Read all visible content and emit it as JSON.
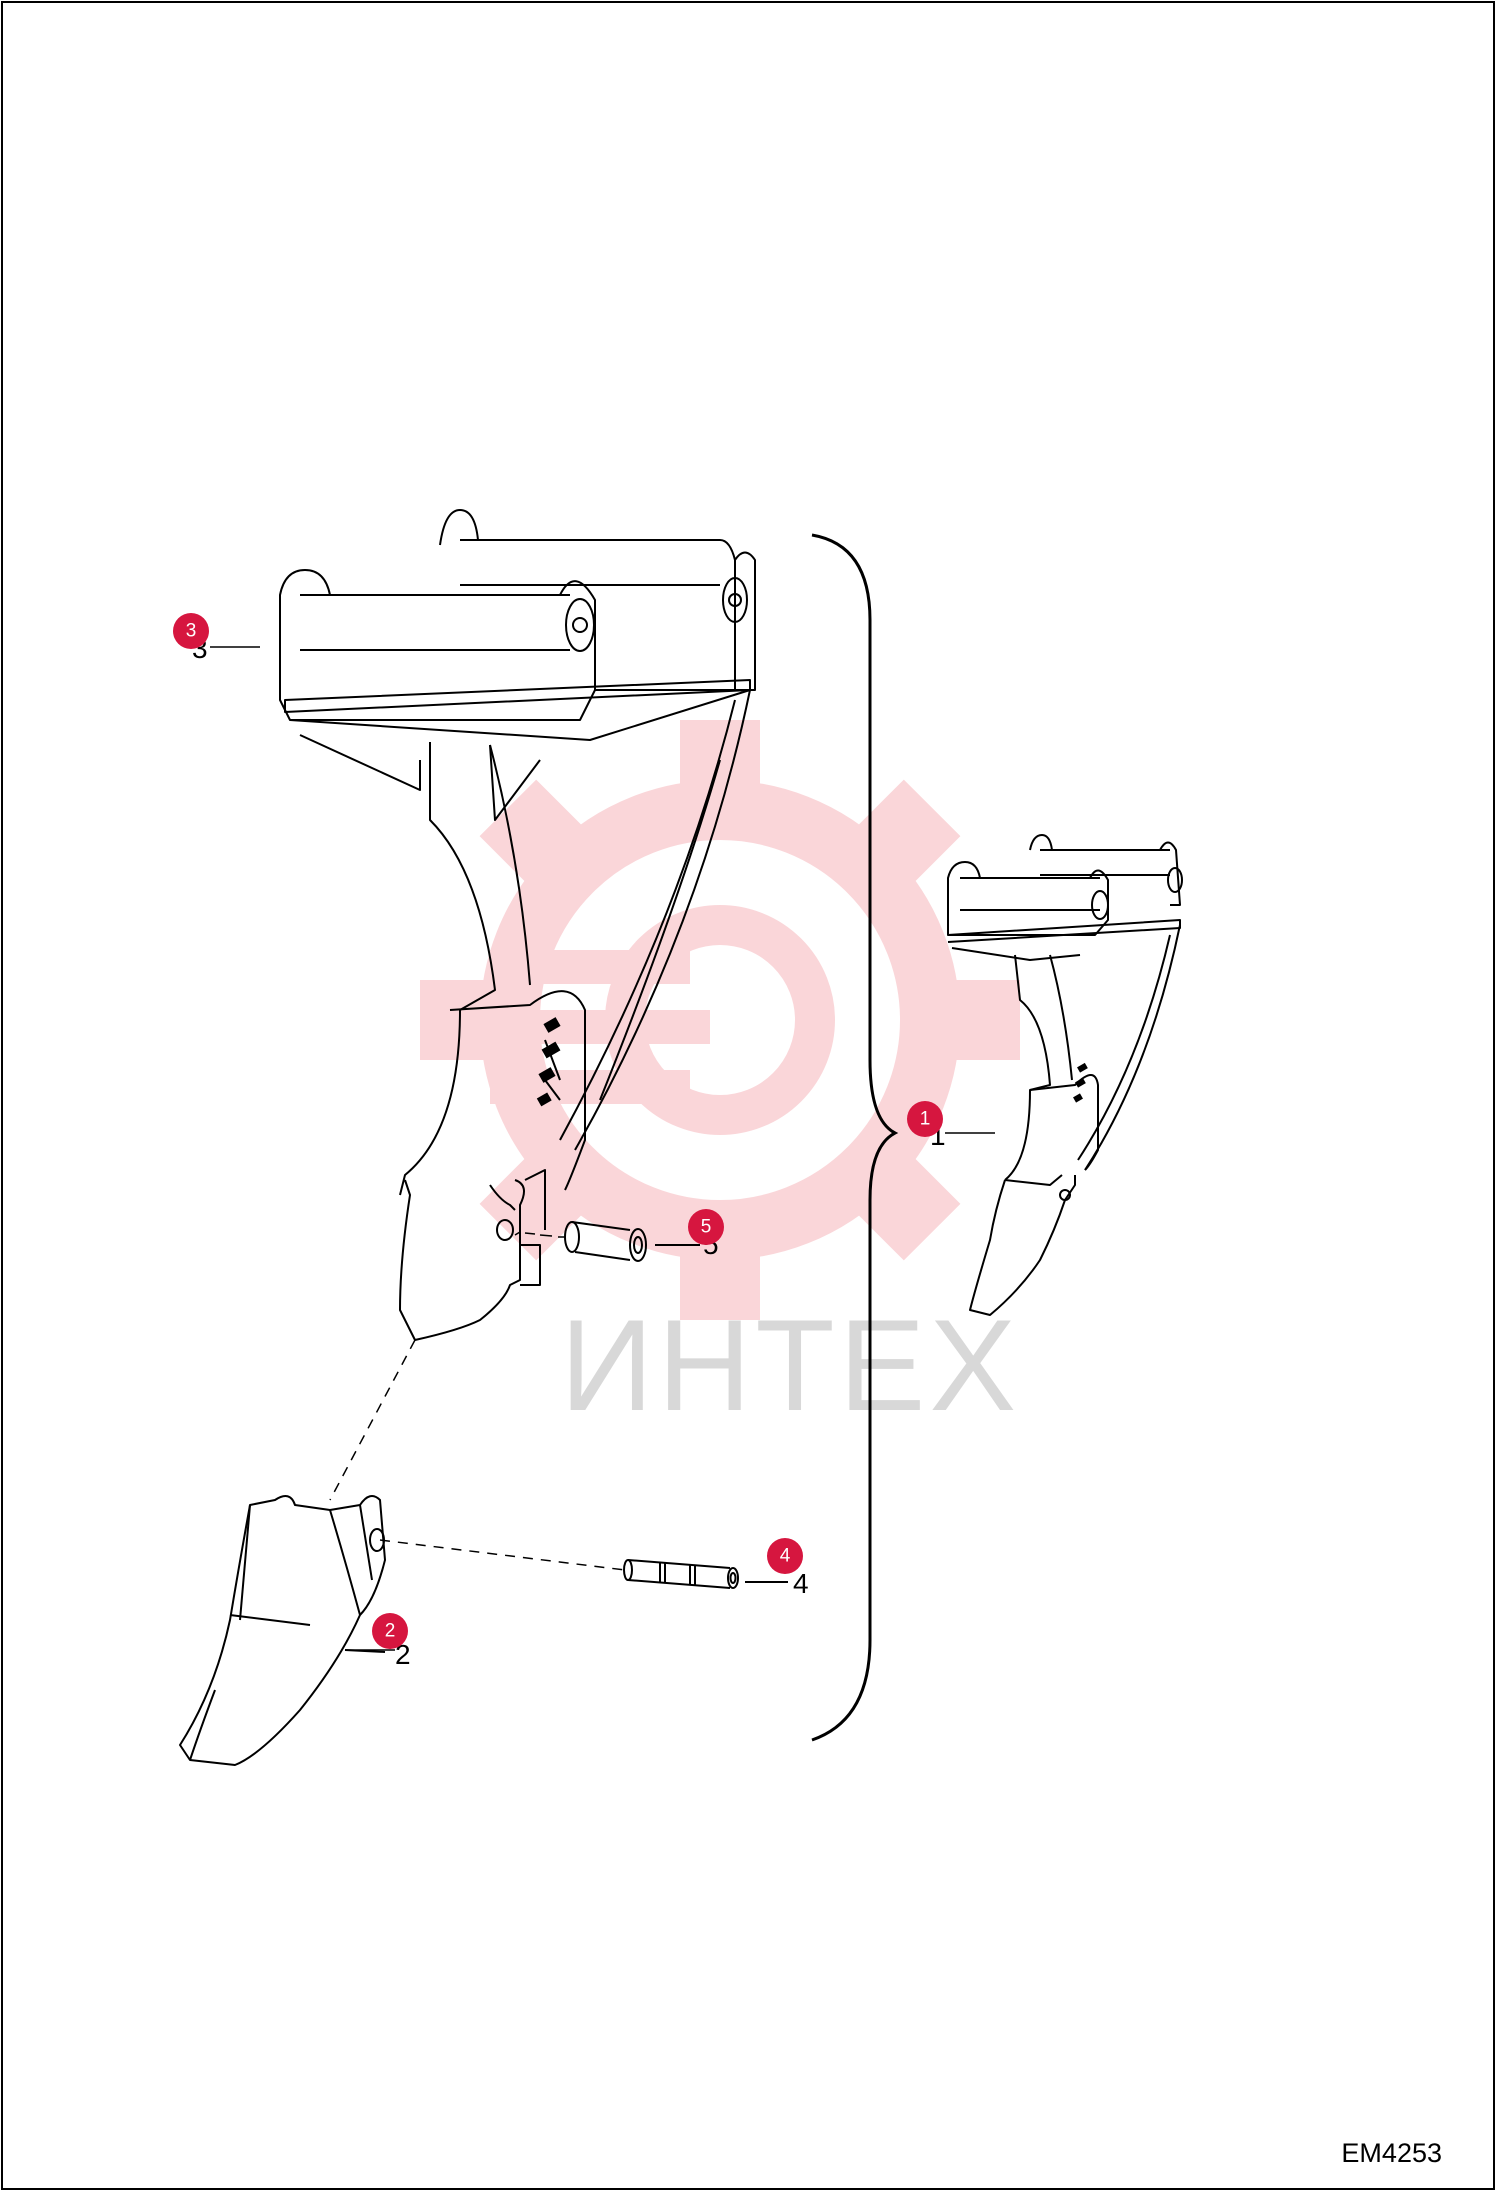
{
  "drawing": {
    "ref_code": "EM4253",
    "watermark": "ИНТЕХ"
  },
  "callouts": [
    {
      "id": "1",
      "label": "1"
    },
    {
      "id": "2",
      "label": "2"
    },
    {
      "id": "3",
      "label": "3"
    },
    {
      "id": "4",
      "label": "4"
    },
    {
      "id": "5",
      "label": "5"
    }
  ],
  "colors": {
    "badge": "#d6163f",
    "watermark": "#f6b6bb",
    "line": "#000000"
  }
}
